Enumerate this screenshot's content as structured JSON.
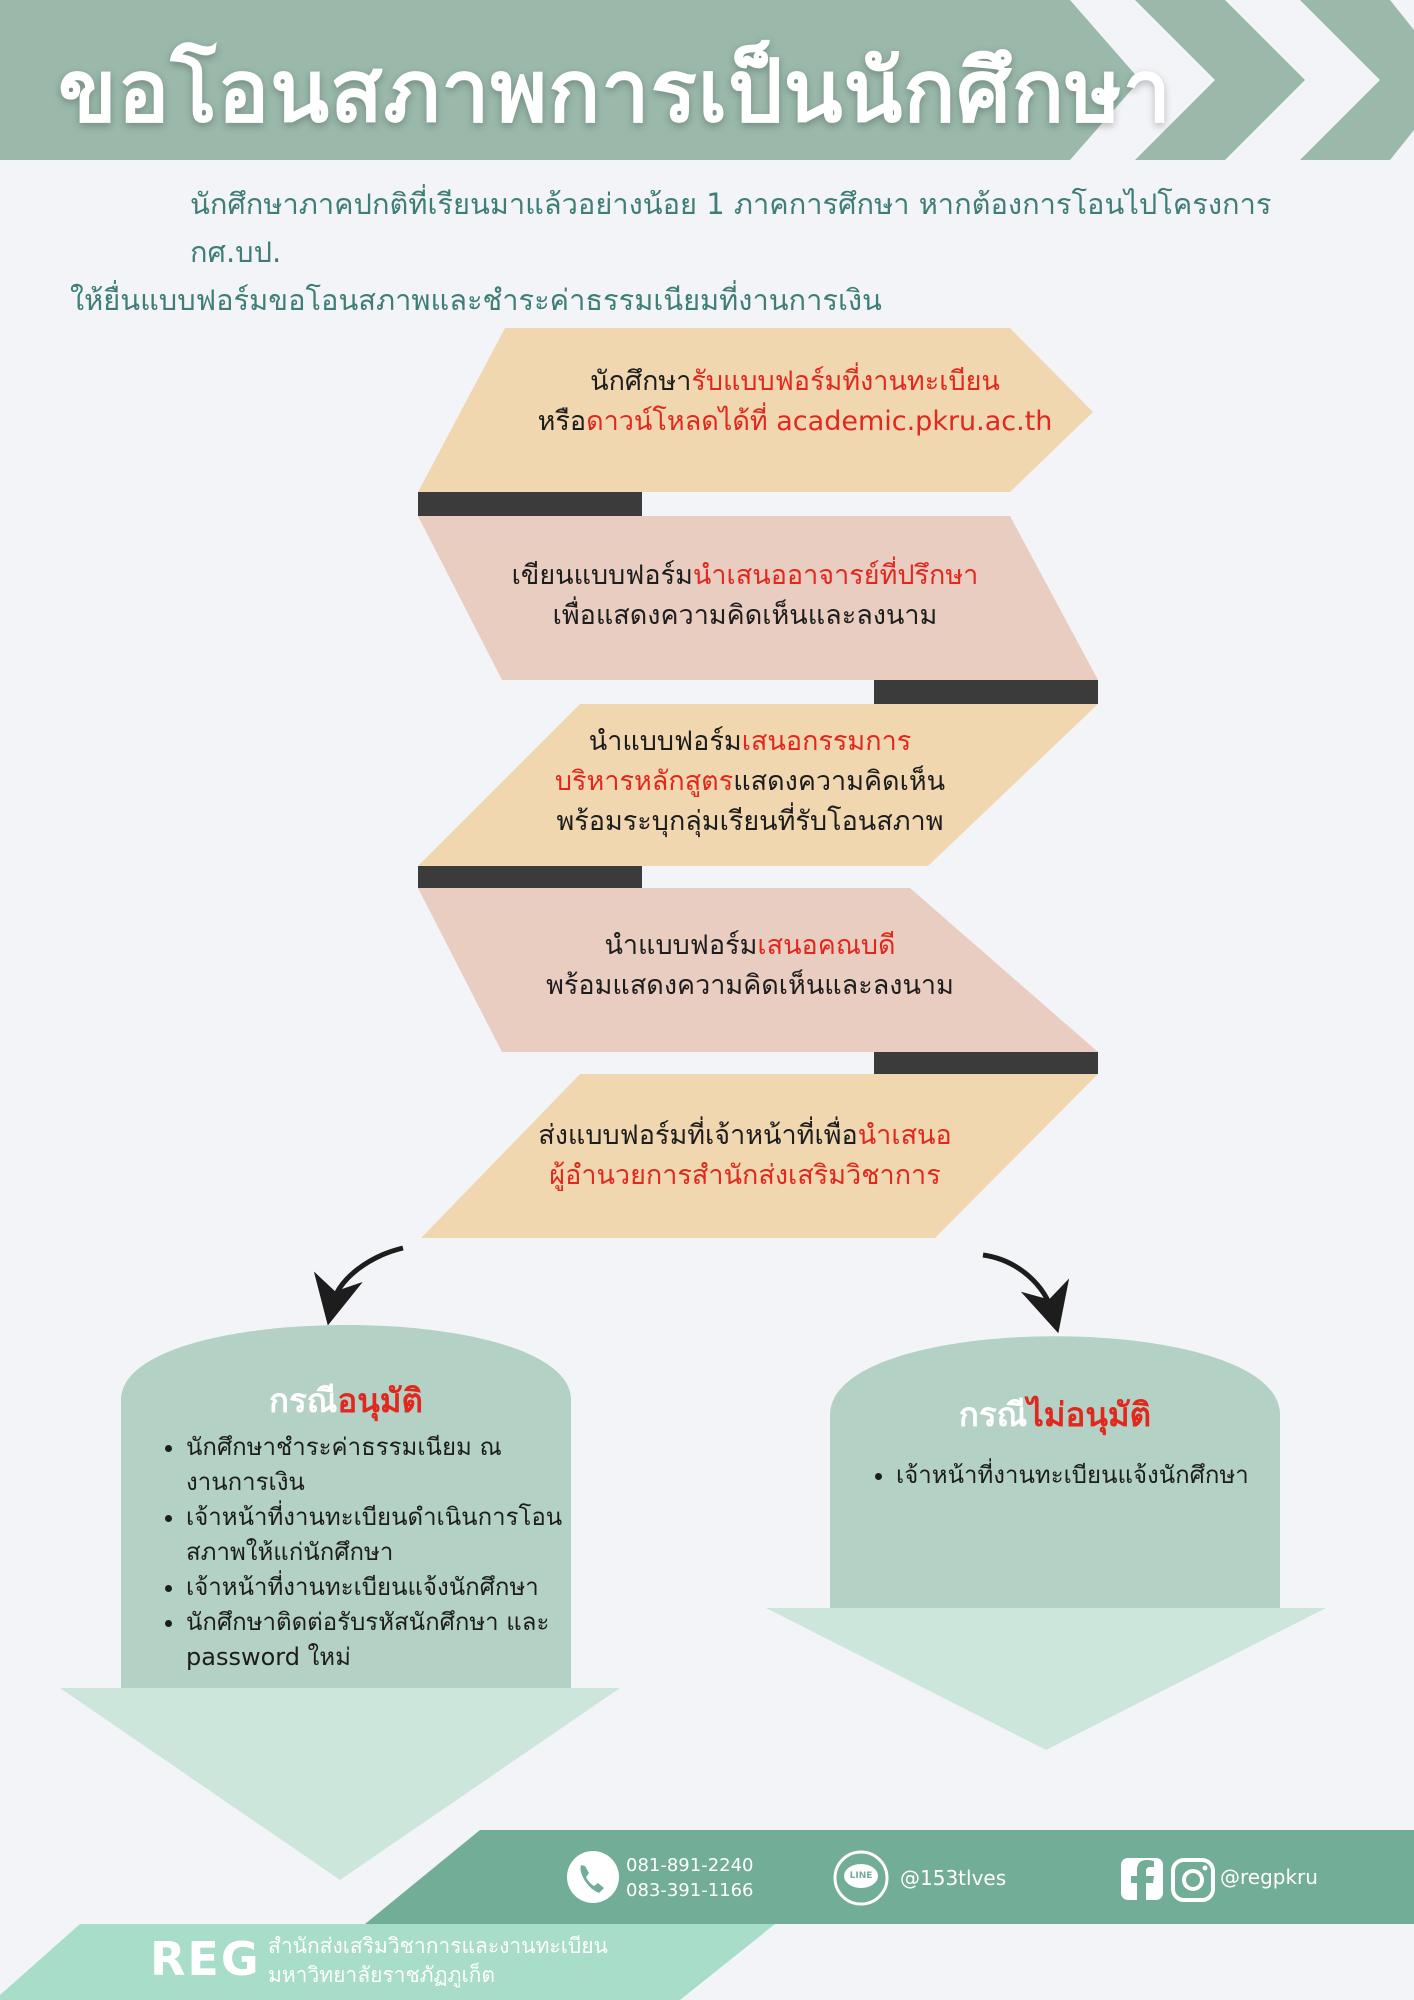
{
  "title": "ขอโอนสภาพการเป็นนักศึกษา",
  "intro": {
    "line1": "นักศึกษาภาคปกติที่เรียนมาแล้วอย่างน้อย 1 ภาคการศึกษา หากต้องการโอนไปโครงการ กศ.บป.",
    "line2": "ให้ยื่นแบบฟอร์มขอโอนสภาพและชำระค่าธรรมเนียมที่งานการเงิน"
  },
  "steps": [
    {
      "lines": [
        [
          {
            "t": "นักศึกษา",
            "hl": false
          },
          {
            "t": "รับแบบฟอร์มที่งานทะเบียน",
            "hl": true
          }
        ],
        [
          {
            "t": "หรือ",
            "hl": false
          },
          {
            "t": "ดาวน์โหลดได้ที่ academic.pkru.ac.th",
            "hl": true
          }
        ]
      ]
    },
    {
      "lines": [
        [
          {
            "t": "เขียนแบบฟอร์ม",
            "hl": false
          },
          {
            "t": "นำเสนออาจารย์ที่ปรึกษา",
            "hl": true
          }
        ],
        [
          {
            "t": "เพื่อแสดงความคิดเห็นและลงนาม",
            "hl": false
          }
        ]
      ]
    },
    {
      "lines": [
        [
          {
            "t": "นำแบบฟอร์ม",
            "hl": false
          },
          {
            "t": "เสนอกรรมการ",
            "hl": true
          }
        ],
        [
          {
            "t": "บริหารหลักสูตร",
            "hl": true
          },
          {
            "t": "แสดงความคิดเห็น",
            "hl": false
          }
        ],
        [
          {
            "t": "พร้อมระบุกลุ่มเรียนที่รับโอนสภาพ",
            "hl": false
          }
        ]
      ]
    },
    {
      "lines": [
        [
          {
            "t": "นำแบบฟอร์ม",
            "hl": false
          },
          {
            "t": "เสนอคณบดี",
            "hl": true
          }
        ],
        [
          {
            "t": "พร้อมแสดงความคิดเห็นและลงนาม",
            "hl": false
          }
        ]
      ]
    },
    {
      "lines": [
        [
          {
            "t": "ส่งแบบฟอร์มที่เจ้าหน้าที่เพื่อ",
            "hl": false
          },
          {
            "t": "นำเสนอ",
            "hl": true
          }
        ],
        [
          {
            "t": "ผู้อำนวยการสำนักส่งเสริมวิชาการ",
            "hl": true
          }
        ]
      ]
    }
  ],
  "approved": {
    "title_prefix": "กรณี",
    "title_highlight": "อนุมัติ",
    "items": [
      "นักศึกษาชำระค่าธรรมเนียม ณ งานการเงิน",
      "เจ้าหน้าที่งานทะเบียนดำเนินการโอนสภาพให้แก่นักศึกษา",
      "เจ้าหน้าที่งานทะเบียนแจ้งนักศึกษา",
      "นักศึกษาติดต่อรับรหัสนักศึกษา และ password ใหม่"
    ]
  },
  "not_approved": {
    "title_prefix": "กรณี",
    "title_highlight": "ไม่อนุมัติ",
    "items": [
      "เจ้าหน้าที่งานทะเบียนแจ้งนักศึกษา"
    ]
  },
  "footer": {
    "phone1": "081-891-2240",
    "phone2": "083-391-1166",
    "line_id": "@153tlves",
    "social": "@regpkru",
    "line_icon_text": "LINE",
    "logo_text": "REG",
    "org_line1": "สำนักส่งเสริมวิชาการและงานทะเบียน",
    "org_line2": "มหาวิทยาลัยราชภัฏภูเก็ต"
  },
  "colors": {
    "header_green": "#9ab9ab",
    "step_orange": "#f1d7b0",
    "step_pink": "#e9cdc0",
    "dark_bar": "#3b3b3b",
    "case_green": "#b3d1c5",
    "case_arrow": "#cde6dc",
    "footer_green": "#72ad97",
    "footer_light": "#a7ddc9",
    "highlight_red": "#e0281e"
  }
}
